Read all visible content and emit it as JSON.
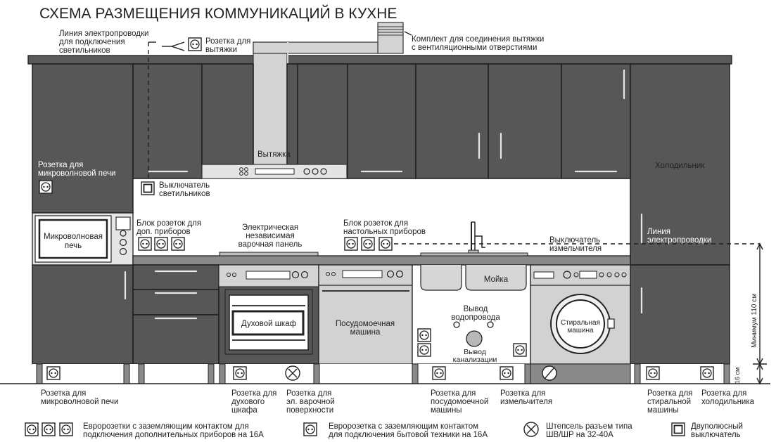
{
  "title": "СХЕМА РАЗМЕЩЕНИЯ КОММУНИКАЦИЙ В КУХНЕ",
  "top_labels": {
    "lighting_line": [
      "Линия электропроводки",
      "для подключения",
      "светильников"
    ],
    "hood_socket": [
      "Розетка для",
      "вытяжки"
    ],
    "hood_kit": [
      "Комплект для соединения вытяжки",
      "с вентиляционными отверстиями"
    ]
  },
  "appliances": {
    "hood": "Вытяжка",
    "fridge": "Холодильник",
    "microwave": [
      "Микроволновая",
      "печь"
    ],
    "hob": [
      "Электрическая",
      "независимая",
      "варочная панель"
    ],
    "oven": "Духовой шкаф",
    "dishwasher": [
      "Посудомоечная",
      "машина"
    ],
    "sink": "Мойка",
    "washer": [
      "Стиральная",
      "машина"
    ]
  },
  "wall_labels": {
    "microwave_socket": [
      "Розетка для",
      "микроволновой печи"
    ],
    "light_switch": [
      "Выключатель",
      "светильников"
    ],
    "extra_sockets": [
      "Блок розеток для",
      "доп. приборов"
    ],
    "table_sockets": [
      "Блок розеток для",
      "настольных приборов"
    ],
    "grinder_switch": [
      "Выключатель",
      "измельчителя"
    ],
    "power_line": [
      "Линия",
      "электропроводки"
    ],
    "water_supply": [
      "Вывод",
      "водопровода"
    ],
    "sewage": [
      "Вывод",
      "канализации"
    ]
  },
  "dimensions": {
    "height_110": "Минимум 110 см",
    "height_16": "16 см"
  },
  "floor_labels": {
    "microwave": [
      "Розетка для",
      "микроволновой печи"
    ],
    "oven": [
      "Розетка для",
      "духового",
      "шкафа"
    ],
    "hob": [
      "Розетка для",
      "эл. варочной",
      "поверхности"
    ],
    "dishwasher": [
      "Розетка для",
      "посудомоечной",
      "машины"
    ],
    "grinder": [
      "Розетка для",
      "измельчителя"
    ],
    "washer": [
      "Розетка для",
      "стиральной",
      "машины"
    ],
    "fridge": [
      "Розетка для",
      "холодильника"
    ]
  },
  "legend": {
    "euro_block": [
      "Евророзетки с заземляющим контактом для",
      "подключения дополнительных приборов на 16А"
    ],
    "euro_single": [
      "Евророзетка с заземляющим контактом",
      "для подключения бытовой техники на 16А"
    ],
    "plug": [
      "Штепсель разъем типа",
      "ШВ/ШР на 32-40А"
    ],
    "switch": [
      "Двуполюсный",
      "выключатель"
    ]
  },
  "colors": {
    "cabinet": "#575757",
    "cabinet_dark": "#3c3c3c",
    "appliance_light": "#d4d4d4",
    "line": "#222222"
  },
  "icons": [
    "euro-socket-icon",
    "plug-socket-icon",
    "double-switch-icon"
  ]
}
